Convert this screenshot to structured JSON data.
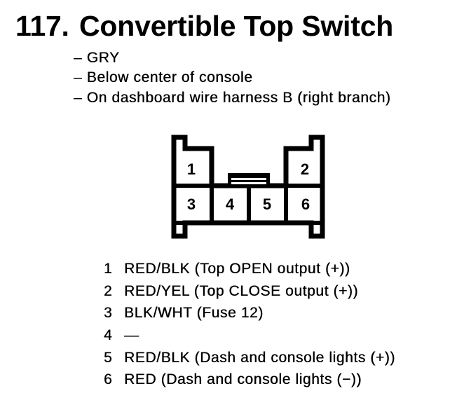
{
  "colors": {
    "ink": "#000000",
    "paper": "#ffffff"
  },
  "header": {
    "number": "117.",
    "title": "Convertible Top Switch",
    "notes": [
      "– GRY",
      "– Below center of console",
      "– On dashboard wire harness B (right branch)"
    ]
  },
  "connector": {
    "pins": [
      "1",
      "2",
      "3",
      "4",
      "5",
      "6"
    ]
  },
  "legend": {
    "entries": [
      {
        "pin": "1",
        "desc": "RED/BLK (Top OPEN output (+))"
      },
      {
        "pin": "2",
        "desc": "RED/YEL (Top CLOSE output (+))"
      },
      {
        "pin": "3",
        "desc": "BLK/WHT (Fuse 12)"
      },
      {
        "pin": "4",
        "desc": "—"
      },
      {
        "pin": "5",
        "desc": "RED/BLK (Dash and console lights (+))"
      },
      {
        "pin": "6",
        "desc": "RED (Dash and console lights (−))"
      }
    ]
  }
}
